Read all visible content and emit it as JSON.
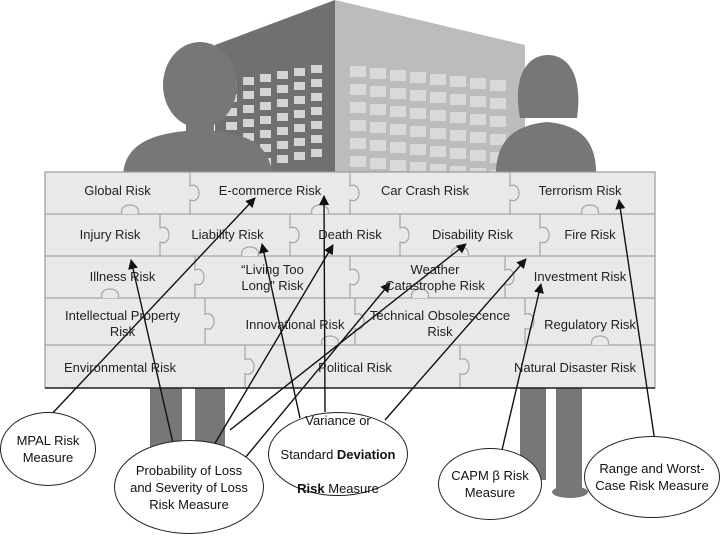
{
  "risk_wall": {
    "rows": [
      [
        "Global Risk",
        "E-commerce Risk",
        "Car Crash Risk",
        "Terrorism Risk"
      ],
      [
        "Injury Risk",
        "Liability Risk",
        "Death Risk",
        "Disability Risk",
        "Fire Risk"
      ],
      [
        "Illness Risk",
        "“Living Too\nLong” Risk",
        "Weather\nCatastrophe Risk",
        "Investment Risk"
      ],
      [
        "Intellectual Property\nRisk",
        "Innovational Risk",
        "Technical Obsolescence\nRisk",
        "Regulatory Risk"
      ],
      [
        "Environmental Risk",
        "Political Risk",
        "Natural Disaster Risk"
      ]
    ]
  },
  "measures": {
    "mpal": "MPAL Risk\nMeasure",
    "probability": "Probability of Loss\nand Severity of Loss\nRisk Measure",
    "variance_line1": "Variance or",
    "variance_line2a": "Standard ",
    "variance_line2b": "Deviation",
    "variance_line3a": "Risk",
    "variance_line3b": " Measure",
    "capm": "CAPM β Risk\nMeasure",
    "range": "Range and Worst-\nCase Risk Measure"
  },
  "colors": {
    "wall": "#e9e9e9",
    "wall_lines": "#9a9a9a",
    "silhouette": "#777777",
    "building_dark": "#6e6e6e",
    "building_light": "#bdbdbd",
    "arrow": "#111111"
  }
}
